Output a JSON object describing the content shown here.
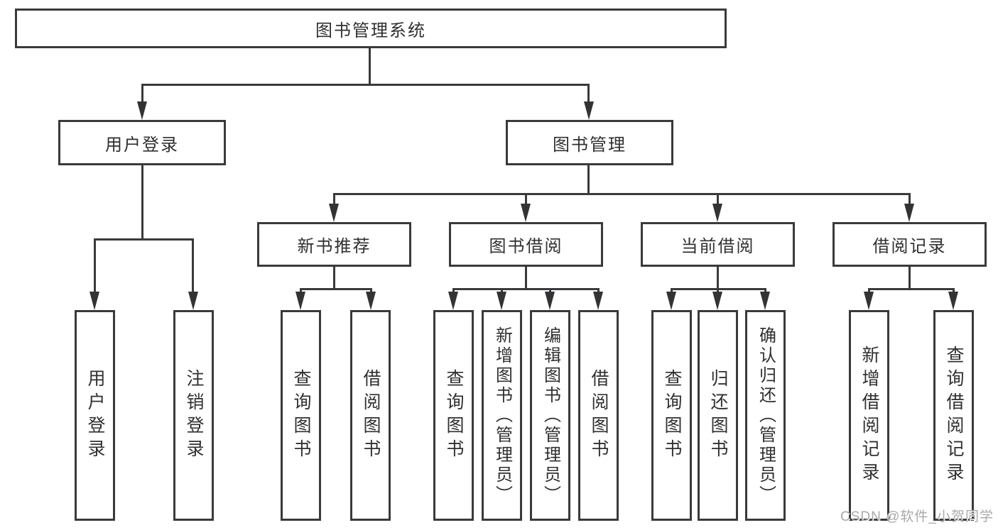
{
  "diagram_type": "hierarchy-tree",
  "tree": {
    "root": {
      "label": "图书管理系统"
    },
    "branches": [
      {
        "label": "用户登录",
        "children": [
          {
            "label": "用户登录"
          },
          {
            "label": "注销登录"
          }
        ]
      },
      {
        "label": "图书管理",
        "children": [
          {
            "label": "新书推荐",
            "children": [
              {
                "label": "查询图书"
              },
              {
                "label": "借阅图书"
              }
            ]
          },
          {
            "label": "图书借阅",
            "children": [
              {
                "label": "查询图书"
              },
              {
                "label": "新增图书（管理员）"
              },
              {
                "label": "编辑图书（管理员）"
              },
              {
                "label": "借阅图书"
              }
            ]
          },
          {
            "label": "当前借阅",
            "children": [
              {
                "label": "查询图书"
              },
              {
                "label": "归还图书"
              },
              {
                "label": "确认归还（管理员）"
              }
            ]
          },
          {
            "label": "借阅记录",
            "children": [
              {
                "label": "新增借阅记录"
              },
              {
                "label": "查询借阅记录"
              }
            ]
          }
        ]
      }
    ]
  },
  "watermark": {
    "text": "CSDN @软件_小贺同学"
  },
  "colors": {
    "background": "#ffffff",
    "line": "#3a3a3c",
    "text": "#303032",
    "watermark": "#a9a9ab"
  }
}
